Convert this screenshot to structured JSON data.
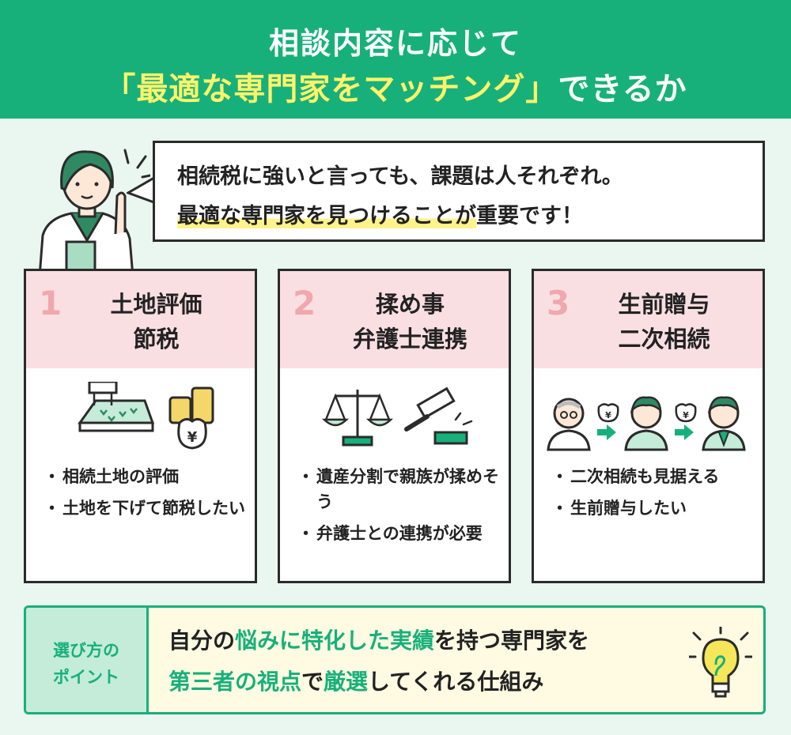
{
  "header": {
    "line1": "相談内容に応じて",
    "line2_highlight": "「最適な専門家をマッチング」",
    "line2_rest": "できるか"
  },
  "bubble": {
    "line1": "相続税に強いと言っても、課題は人それぞれ。",
    "line2_marked": "最適な専門家を見つけることが",
    "line2_rest": "重要です！"
  },
  "cards": [
    {
      "number": "1",
      "title1": "土地評価",
      "title2": "節税",
      "bullets": [
        "相続土地の評価",
        "土地を下げて節税したい"
      ]
    },
    {
      "number": "2",
      "title1": "揉め事",
      "title2": "弁護士連携",
      "bullets": [
        "遺産分割で親族が揉めそう",
        "弁護士との連携が必要"
      ]
    },
    {
      "number": "3",
      "title1": "生前贈与",
      "title2": "二次相続",
      "bullets": [
        "二次相続も見据える",
        "生前贈与したい"
      ]
    }
  ],
  "money_symbol": "¥",
  "point": {
    "tag_line1": "選び方の",
    "tag_line2": "ポイント",
    "m1_a": "自分の",
    "m1_b": "悩みに特化した実績",
    "m1_c": "を持つ専門家を",
    "m2_a": "第三者の視点",
    "m2_b": "で",
    "m2_c": "厳選",
    "m2_d": "してくれる仕組み"
  },
  "colors": {
    "green": "#17b07b",
    "pink": "#f9dfe1",
    "pink_number": "#f0a7ad",
    "yellow": "#fff36a",
    "mint": "#eaf6f0"
  },
  "icons": [
    "woman-pointing-icon",
    "land-survey-icon",
    "money-bag-coins-icon",
    "scales-of-justice-icon",
    "gavel-icon",
    "elderly-man-icon",
    "man-icon",
    "businessman-icon",
    "money-bag-icon",
    "arrow-right-icon",
    "lightbulb-icon"
  ]
}
